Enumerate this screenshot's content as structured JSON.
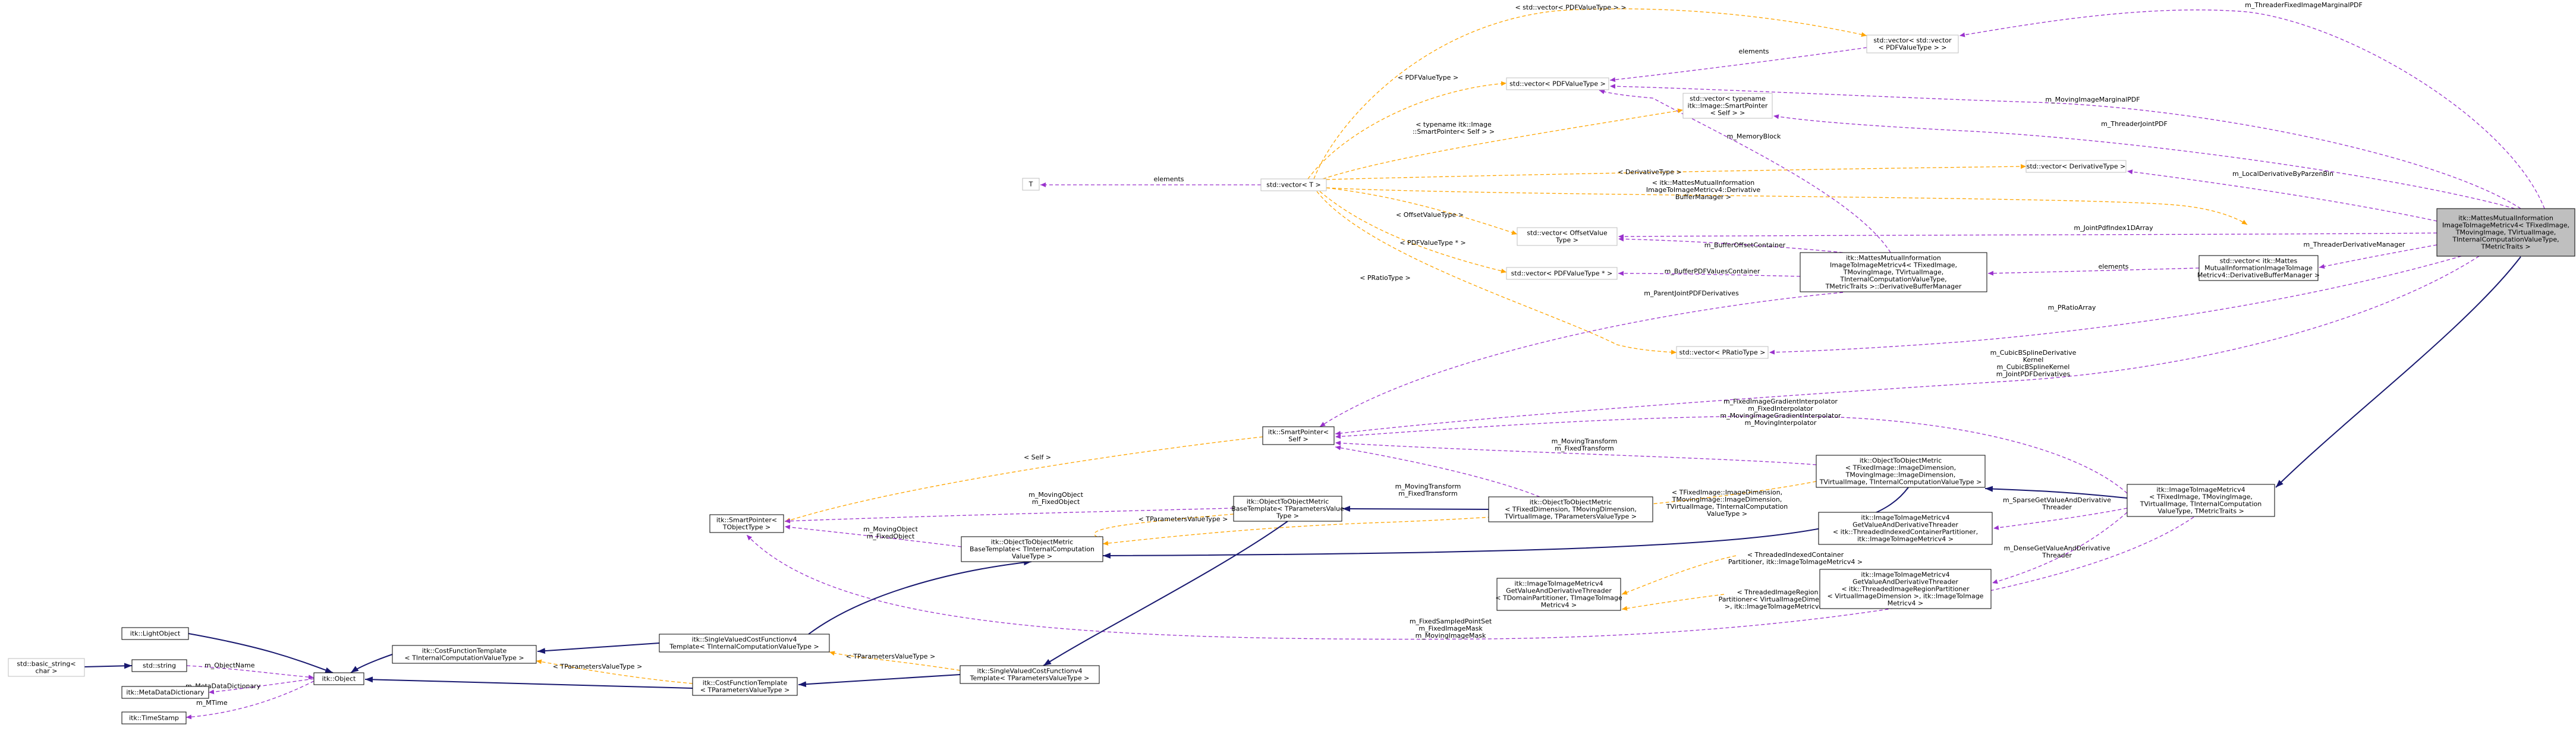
{
  "colors": {
    "usage_edge": "#9a32cd",
    "template_edge": "#ffa500",
    "inheritance_edge": "#191970",
    "focus_fill": "#bfbfbf",
    "node_border": "#000000",
    "undocumented_border": "#bfbfbf"
  },
  "nodes": {
    "basic_string": [
      "std::basic_string<",
      "char >"
    ],
    "string": [
      "std::string"
    ],
    "lightobject": [
      "itk::LightObject"
    ],
    "object": [
      "itk::Object"
    ],
    "metadatadict": [
      "itk::MetaDataDictionary"
    ],
    "timestamp": [
      "itk::TimeStamp"
    ],
    "costfn_tpl": [
      "itk::CostFunctionTemplate",
      "< TInternalComputationValueType >"
    ],
    "costfn_tpl2": [
      "itk::CostFunctionTemplate",
      "< TParametersValueType >"
    ],
    "svcf4_int": [
      "itk::SingleValuedCostFunctionv4",
      "Template< TInternalComputationValueType >"
    ],
    "svcf4_par": [
      "itk::SingleValuedCostFunctionv4",
      "Template< TParametersValueType >"
    ],
    "sp_tobj": [
      "itk::SmartPointer<",
      "TObjectType >"
    ],
    "otom_base_int": [
      "itk::ObjectToObjectMetric",
      "BaseTemplate< TInternalComputation",
      "ValueType >"
    ],
    "otom_base_par": [
      "itk::ObjectToObjectMetric",
      "BaseTemplate< TParametersValue",
      "Type >"
    ],
    "otom_fixdim": [
      "itk::ObjectToObjectMetric",
      "< TFixedDimension, TMovingDimension,",
      "TVirtualImage, TParametersValueType >"
    ],
    "otom_main": [
      "itk::ObjectToObjectMetric",
      "< TFixedImage::ImageDimension,",
      "TMovingImage::ImageDimension,",
      "TVirtualImage, TInternalComputationValueType >"
    ],
    "sp_self": [
      "itk::SmartPointer<",
      "Self >"
    ],
    "T": [
      "T"
    ],
    "vector_t": [
      "std::vector< T >"
    ],
    "vec_pdf": [
      "std::vector< PDFValueType >"
    ],
    "vec_vec_pdf": [
      "std::vector< std::vector",
      "< PDFValueType > >"
    ],
    "vec_sp_img": [
      "std::vector< typename",
      "itk::Image::SmartPointer",
      "< Self > >"
    ],
    "vec_offset": [
      "std::vector< OffsetValue",
      "Type >"
    ],
    "vec_pdf_ptr": [
      "std::vector< PDFValueType * >"
    ],
    "vec_pratio": [
      "std::vector< PRatioType >"
    ],
    "vec_deriv": [
      "std::vector< DerivativeType >"
    ],
    "mmi_dbm": [
      "itk::MattesMutualInformation",
      "ImageToImageMetricv4< TFixedImage,",
      "TMovingImage, TVirtualImage,",
      "TInternalComputationValueType,",
      "TMetricTraits >::DerivativeBufferManager"
    ],
    "vec_mmi_dbm": [
      "std::vector< itk::Mattes",
      "MutualInformationImageToImage",
      "Metricv4::DerivativeBufferManager >"
    ],
    "imgmetric4": [
      "itk::ImageToImageMetricv4",
      "< TFixedImage, TMovingImage,",
      "TVirtualImage, TInternalComputation",
      "ValueType, TMetricTraits >"
    ],
    "gvadt_domain": [
      "itk::ImageToImageMetricv4",
      "GetValueAndDerivativeThreader",
      "< TDomainPartitioner, TImageToImage",
      "Metricv4 >"
    ],
    "gvadt_sparse": [
      "itk::ImageToImageMetricv4",
      "GetValueAndDerivativeThreader",
      "< itk::ThreadedIndexedContainerPartitioner,",
      "itk::ImageToImageMetricv4 >"
    ],
    "gvadt_dense": [
      "itk::ImageToImageMetricv4",
      "GetValueAndDerivativeThreader",
      "< itk::ThreadedImageRegionPartitioner",
      "< VirtualImageDimension >, itk::ImageToImage",
      "Metricv4 >"
    ],
    "focus": [
      "itk::MattesMutualInformation",
      "ImageToImageMetricv4< TFixedImage,",
      "TMovingImage, TVirtualImage,",
      "TInternalComputationValueType,",
      "TMetricTraits >"
    ]
  },
  "edge_labels": {
    "threader_fixed_marginal": "m_ThreaderFixedImageMarginalPDF",
    "vec_vec_tpl": "< std::vector< PDFValueType > >",
    "elements_vvpdf": "elements",
    "pdfvaluetype_tpl": "< PDFValueType >",
    "moving_marginal": "m_MovingImageMarginalPDF",
    "threader_joint": "m_ThreaderJointPDF",
    "memory_block": "m_MemoryBlock",
    "sp_img_tpl": [
      "< typename itk::Image",
      "::SmartPointer< Self > >"
    ],
    "deriv_tpl": "< DerivativeType >",
    "local_deriv": "m_LocalDerivativeByParzenBin",
    "elements_t": "elements",
    "dbm_tpl": [
      "< itk::MattesMutualInformation",
      "ImageToImageMetricv4::Derivative",
      "BufferManager >"
    ],
    "joint_pdf_index": "m_JointPdfIndex1DArray",
    "offset_tpl": "< OffsetValueType >",
    "buffer_offset": "m_BufferOffsetContainer",
    "threader_deriv_mgr": "m_ThreaderDerivativeManager",
    "elements_dbm": "elements",
    "pdf_ptr_tpl": "< PDFValueType * >",
    "buffer_pdf_values": "m_BufferPDFValuesContainer",
    "pratio_tpl": "< PRatioType >",
    "parent_joint": "m_ParentJointPDFDerivatives",
    "pratio_array": "m_PRatioArray",
    "cubic": [
      "m_CubicBSplineDerivative",
      "Kernel",
      "m_CubicBSplineKernel",
      "m_JointPDFDerivatives"
    ],
    "interpolators": [
      "m_FixedImageGradientInterpolator",
      "m_FixedInterpolator",
      "m_MovingImageGradientInterpolator",
      "m_MovingInterpolator"
    ],
    "self_tpl": "< Self >",
    "transforms_main": [
      "m_MovingTransform",
      "m_FixedTransform"
    ],
    "transforms_fix": [
      "m_MovingTransform",
      "m_FixedTransform"
    ],
    "moving_fixed_obj": [
      "m_MovingObject",
      "m_FixedObject"
    ],
    "moving_fixed_obj2": [
      "m_MovingObject",
      "m_FixedObject"
    ],
    "tvirtual_tpl": [
      "< TFixedImage::ImageDimension,",
      "TMovingImage::ImageDimension,",
      "TVirtualImage, TInternalComputation",
      "ValueType >"
    ],
    "tparams_tpl": "< TParametersValueType >",
    "sparse_threader": [
      "m_SparseGetValueAndDerivative",
      "Threader"
    ],
    "dense_threader": [
      "m_DenseGetValueAndDerivative",
      "Threader"
    ],
    "indexed_tpl": [
      "< ThreadedIndexedContainer",
      "Partitioner, itk::ImageToImageMetricv4 >"
    ],
    "region_tpl": [
      "< ThreadedImageRegion",
      "Partitioner< VirtualImageDimension",
      ">, itk::ImageToImageMetricv4 >"
    ],
    "sampled_pointset": [
      "m_FixedSampledPointSet",
      "m_FixedImageMask",
      "m_MovingImageMask"
    ],
    "tparams_tpl2": "< TParametersValueType >",
    "tparams_tpl3": "< TParametersValueType >",
    "object_name": "m_ObjectName",
    "metadata_dict": "m_MetaDataDictionary",
    "mtime": "m_MTime"
  }
}
